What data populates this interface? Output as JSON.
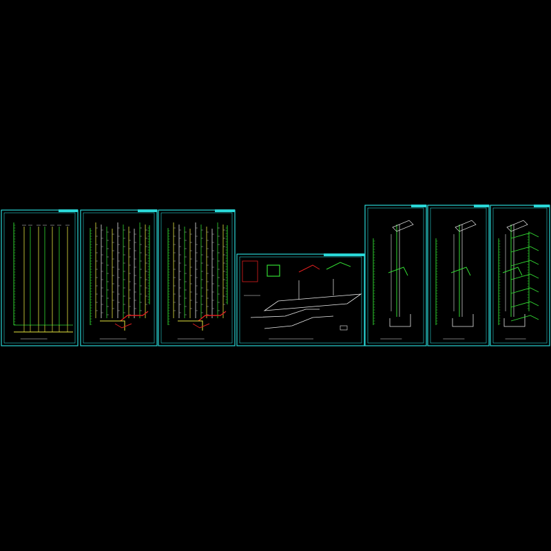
{
  "viewer": {
    "background": "#000000",
    "frame_color": "#2ad7d7"
  },
  "colors": {
    "frame": "#2ad7d7",
    "riser_green": "#33dd33",
    "riser_yellow": "#e8e840",
    "riser_white": "#e8e8e8",
    "pipe_red": "#e02020",
    "pipe_white": "#f0f0f0"
  },
  "sheets": [
    {
      "id": "sheet-1",
      "kind": "riser-diagram",
      "risers": 8,
      "palette": [
        "green",
        "yellow"
      ]
    },
    {
      "id": "sheet-2",
      "kind": "riser-diagram",
      "risers": 10,
      "palette": [
        "green",
        "yellow",
        "white",
        "red"
      ]
    },
    {
      "id": "sheet-3",
      "kind": "riser-diagram",
      "risers": 10,
      "palette": [
        "green",
        "yellow",
        "white",
        "red"
      ]
    },
    {
      "id": "sheet-4",
      "kind": "isometric-piping",
      "palette": [
        "white",
        "red",
        "green"
      ]
    },
    {
      "id": "sheet-5",
      "kind": "tall-riser",
      "palette": [
        "green",
        "white"
      ]
    },
    {
      "id": "sheet-6",
      "kind": "tall-riser",
      "palette": [
        "green",
        "white"
      ]
    },
    {
      "id": "sheet-7",
      "kind": "tall-riser",
      "palette": [
        "green",
        "white"
      ]
    }
  ]
}
